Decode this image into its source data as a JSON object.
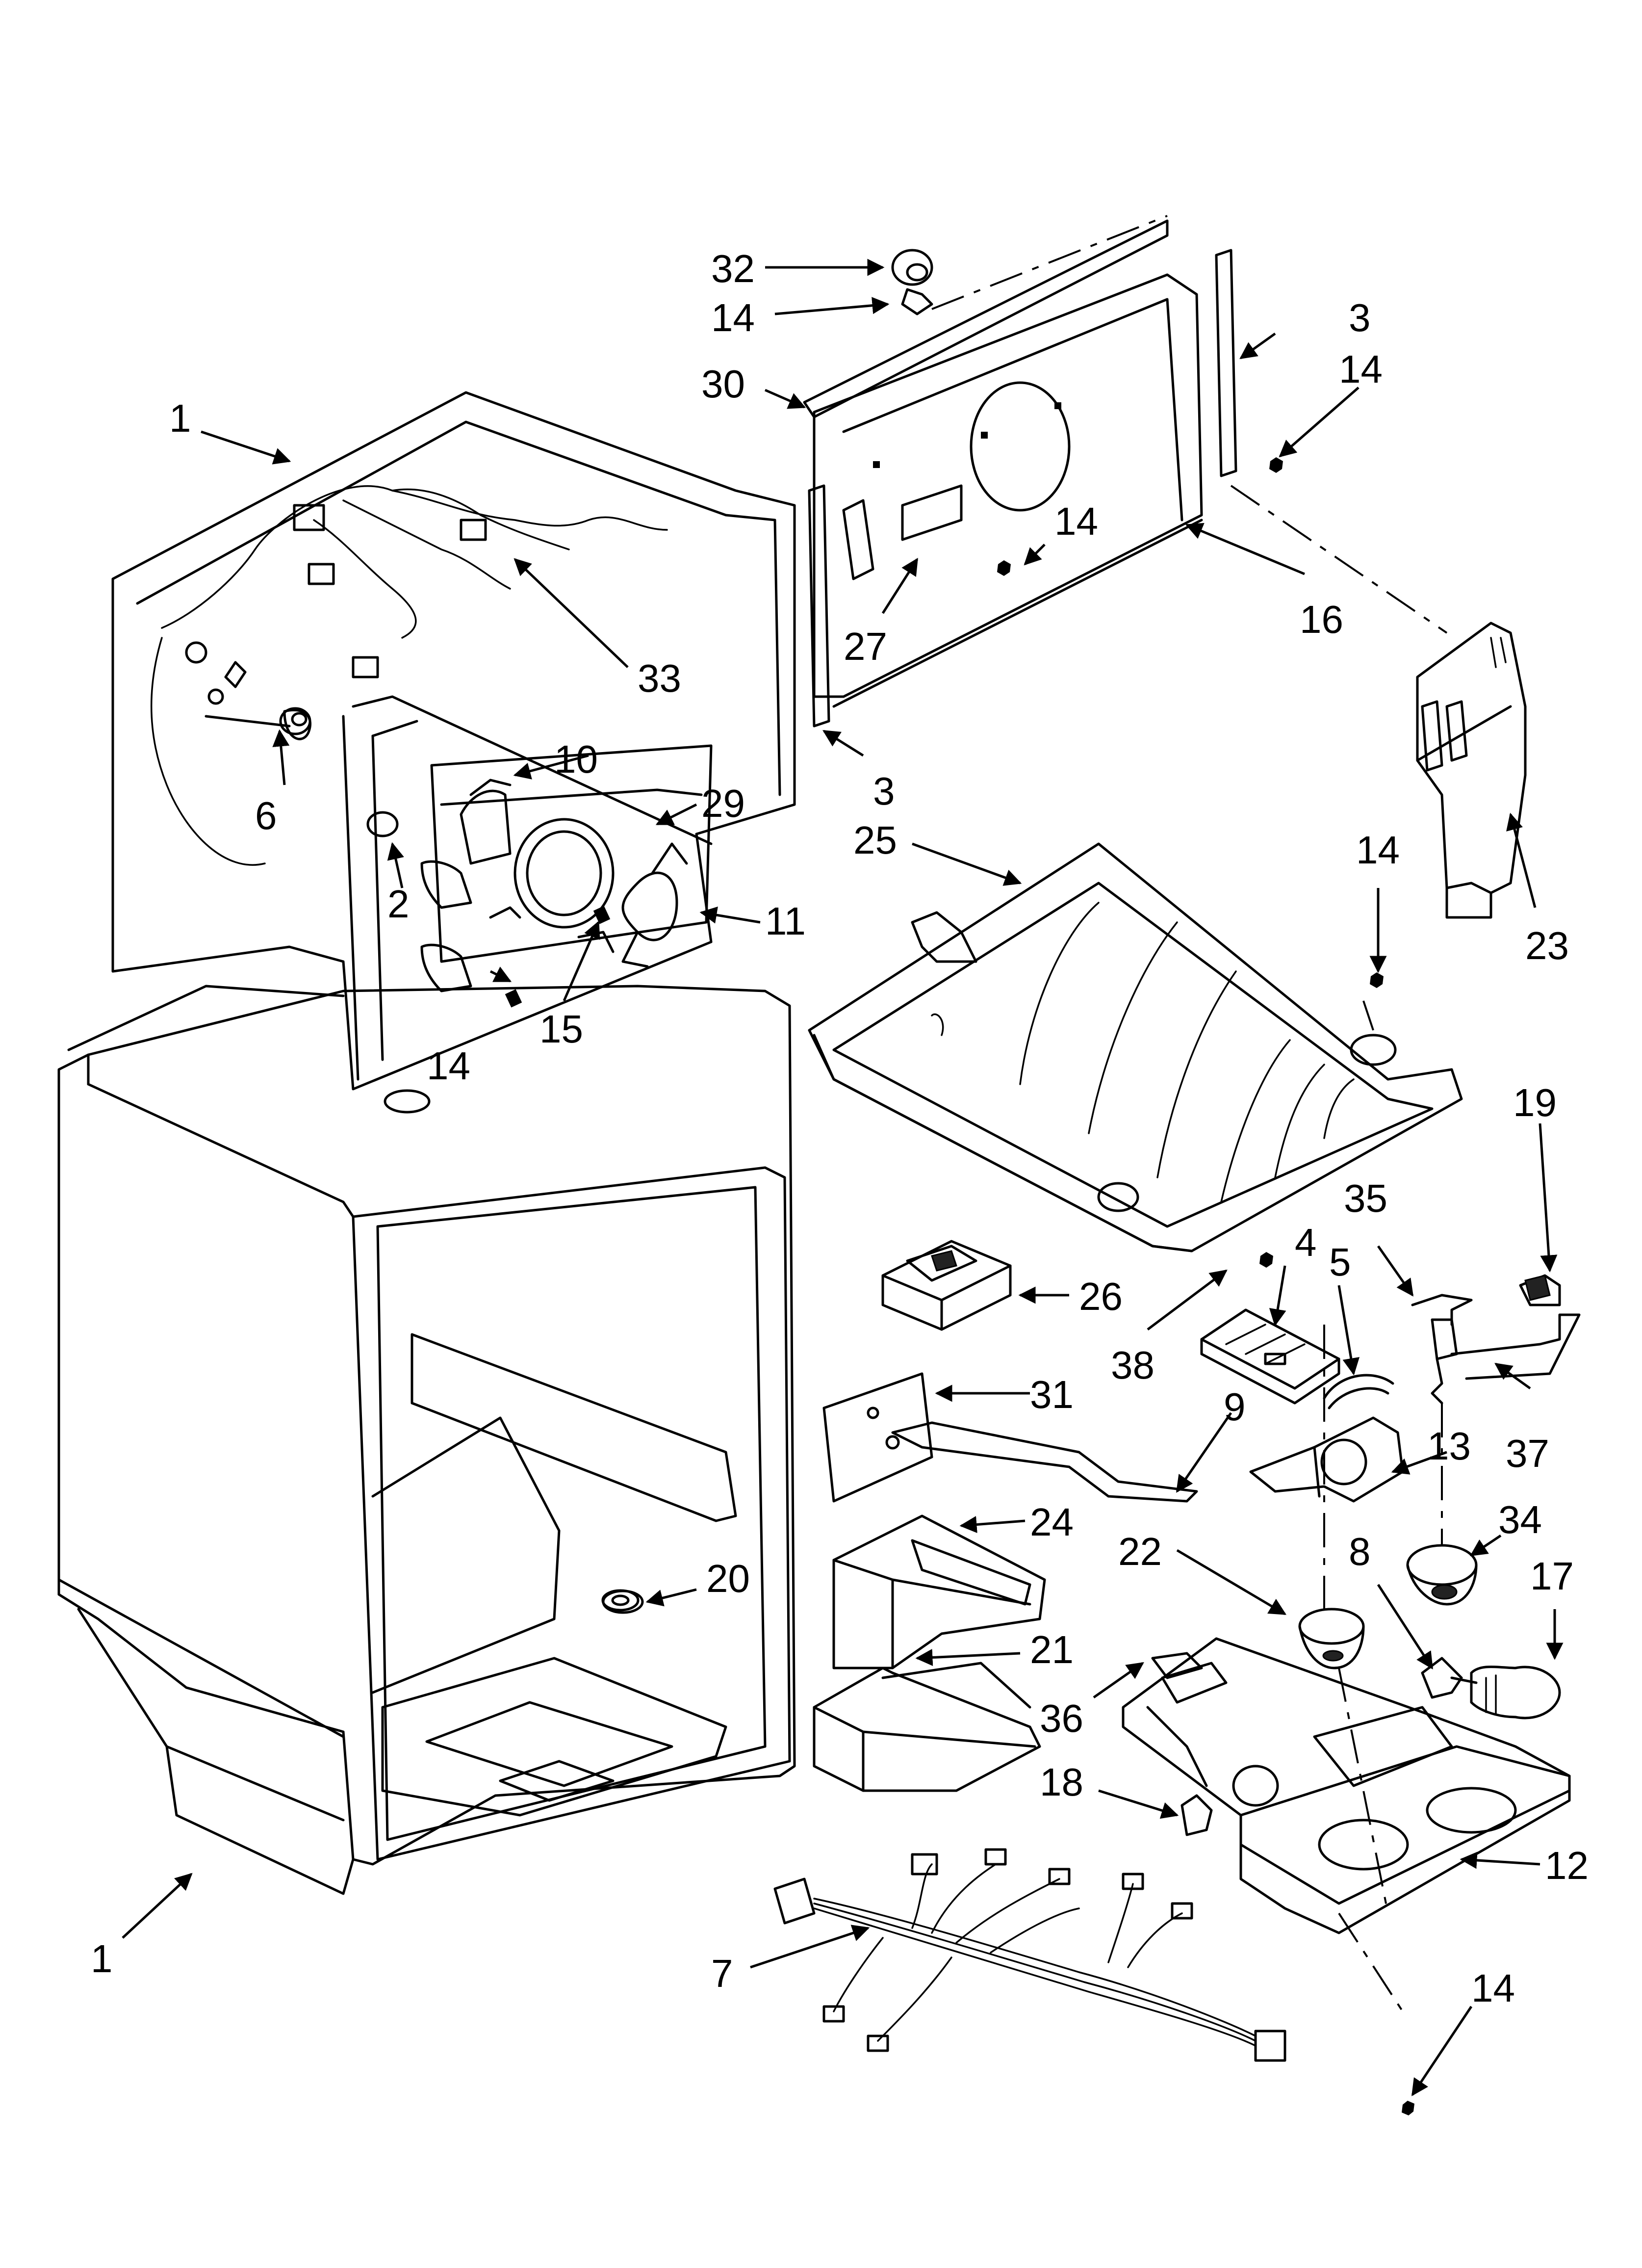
{
  "diagram": {
    "callouts": [
      {
        "id": "c1a",
        "label": "1"
      },
      {
        "id": "c1b",
        "label": "1"
      },
      {
        "id": "c2",
        "label": "2"
      },
      {
        "id": "c3a",
        "label": "3"
      },
      {
        "id": "c3b",
        "label": "3"
      },
      {
        "id": "c4",
        "label": "4"
      },
      {
        "id": "c5",
        "label": "5"
      },
      {
        "id": "c6",
        "label": "6"
      },
      {
        "id": "c7",
        "label": "7"
      },
      {
        "id": "c8",
        "label": "8"
      },
      {
        "id": "c9",
        "label": "9"
      },
      {
        "id": "c10",
        "label": "10"
      },
      {
        "id": "c11",
        "label": "11"
      },
      {
        "id": "c12",
        "label": "12"
      },
      {
        "id": "c13",
        "label": "13"
      },
      {
        "id": "c14a",
        "label": "14"
      },
      {
        "id": "c14b",
        "label": "14"
      },
      {
        "id": "c14c",
        "label": "14"
      },
      {
        "id": "c14d",
        "label": "14"
      },
      {
        "id": "c14e",
        "label": "14"
      },
      {
        "id": "c14f",
        "label": "14"
      },
      {
        "id": "c15",
        "label": "15"
      },
      {
        "id": "c16",
        "label": "16"
      },
      {
        "id": "c17",
        "label": "17"
      },
      {
        "id": "c18",
        "label": "18"
      },
      {
        "id": "c19",
        "label": "19"
      },
      {
        "id": "c20",
        "label": "20"
      },
      {
        "id": "c21",
        "label": "21"
      },
      {
        "id": "c22",
        "label": "22"
      },
      {
        "id": "c23",
        "label": "23"
      },
      {
        "id": "c24",
        "label": "24"
      },
      {
        "id": "c25",
        "label": "25"
      },
      {
        "id": "c26",
        "label": "26"
      },
      {
        "id": "c27",
        "label": "27"
      },
      {
        "id": "c29",
        "label": "29"
      },
      {
        "id": "c30",
        "label": "30"
      },
      {
        "id": "c31",
        "label": "31"
      },
      {
        "id": "c32",
        "label": "32"
      },
      {
        "id": "c33",
        "label": "33"
      },
      {
        "id": "c34",
        "label": "34"
      },
      {
        "id": "c35",
        "label": "35"
      },
      {
        "id": "c36",
        "label": "36"
      },
      {
        "id": "c37",
        "label": "37"
      },
      {
        "id": "c38",
        "label": "38"
      }
    ]
  }
}
